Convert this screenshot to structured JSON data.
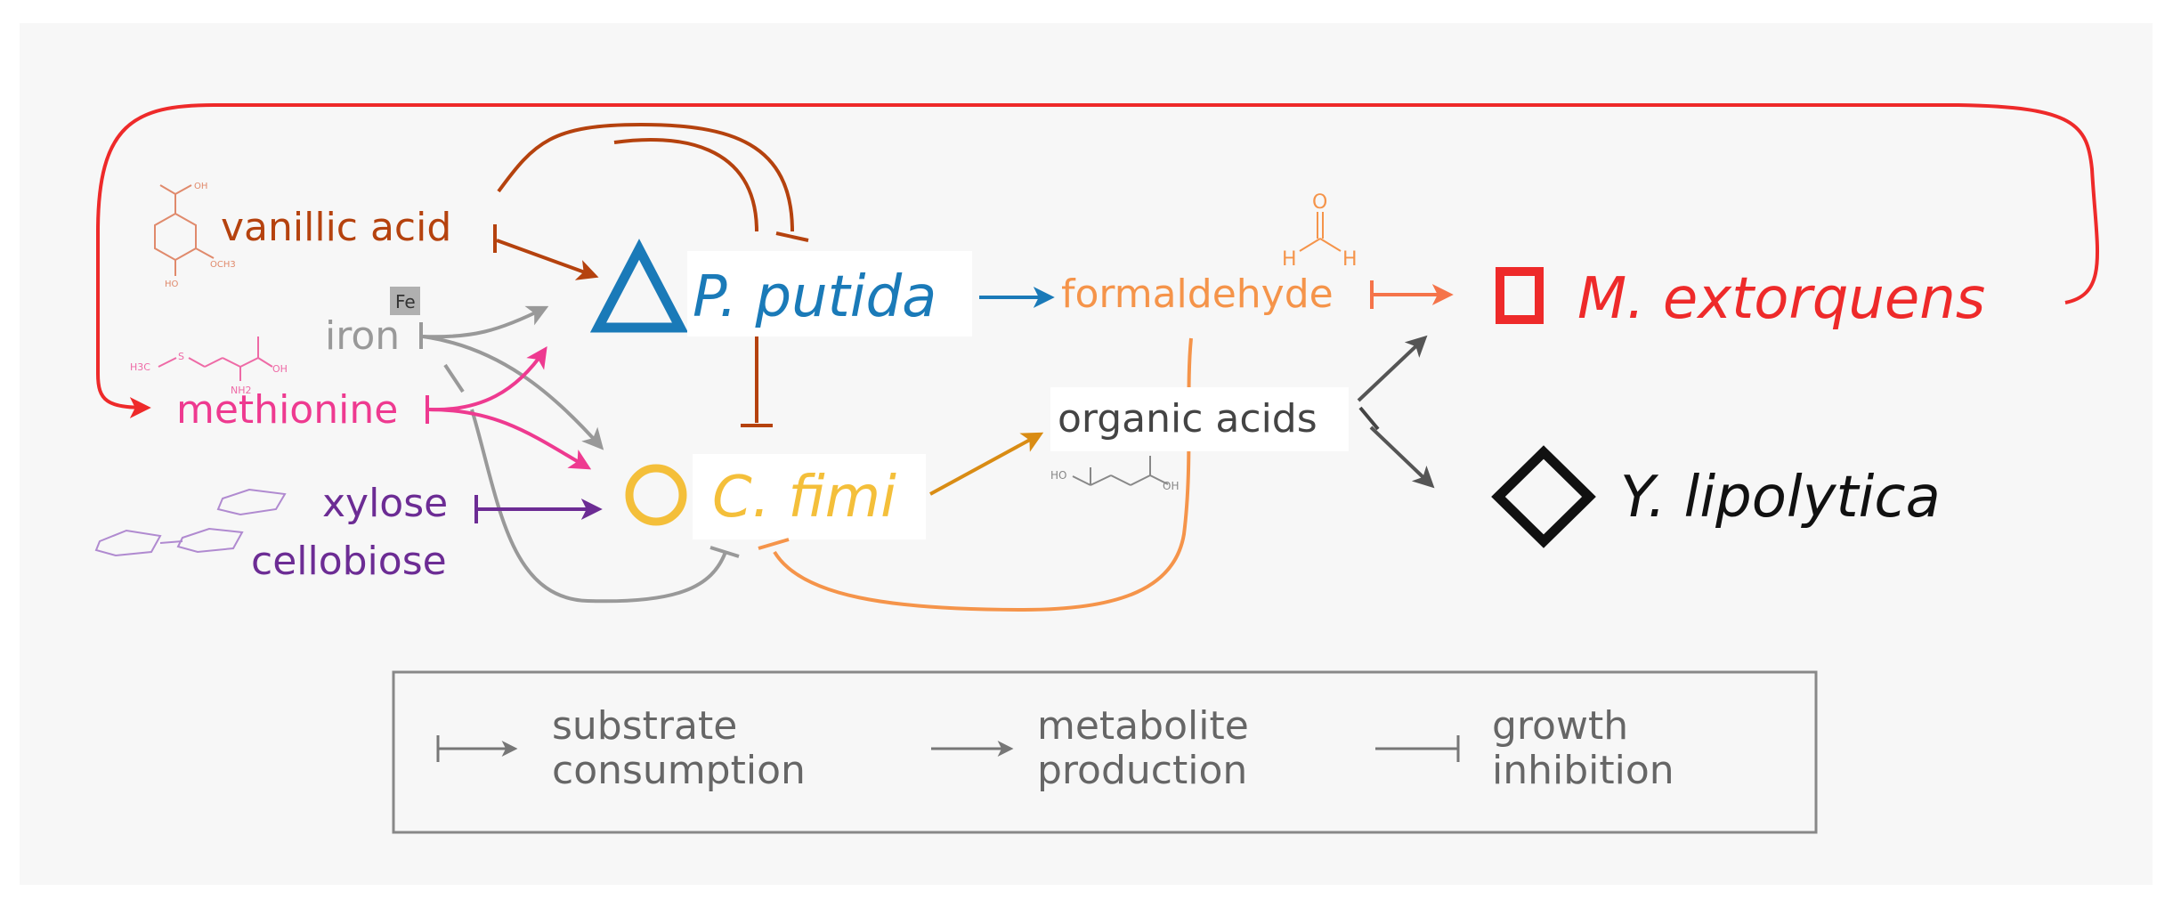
{
  "organisms": {
    "putida": "P. putida",
    "fimi": "C. fimi",
    "extorquens": "M. extorquens",
    "lipolytica": "Y. lipolytica"
  },
  "substrates": {
    "vanillic_acid": "vanillic acid",
    "iron": "iron",
    "iron_symbol": "Fe",
    "methionine": "methionine",
    "xylose": "xylose",
    "cellobiose": "cellobiose"
  },
  "metabolites": {
    "formaldehyde": "formaldehyde",
    "organic_acids": "organic acids"
  },
  "structures": {
    "vanillic_oh": "OH",
    "vanillic_och3": "OCH3",
    "vanillic_ho": "HO",
    "methionine_h3c": "H3C",
    "methionine_s": "S",
    "methionine_nh2": "NH2",
    "methionine_oh": "OH",
    "formaldehyde_o": "O",
    "formaldehyde_h1": "H",
    "formaldehyde_h2": "H",
    "succinate_ho": "HO",
    "succinate_oh": "OH"
  },
  "legend": {
    "substrate_line1": "substrate",
    "substrate_line2": "consumption",
    "metabolite_line1": "metabolite",
    "metabolite_line2": "production",
    "growth_line1": "growth",
    "growth_line2": "inhibition"
  },
  "colors": {
    "putida": "#1a7ab8",
    "fimi": "#f4bf3a",
    "extorquens": "#ee2a2a",
    "lipolytica": "#111111",
    "vanillic": "#b5420e",
    "iron": "#999999",
    "methionine": "#ee3a90",
    "xylose": "#6c2c94",
    "formaldehyde": "#f5944a",
    "organic_acids": "#444444",
    "legend": "#666666"
  }
}
